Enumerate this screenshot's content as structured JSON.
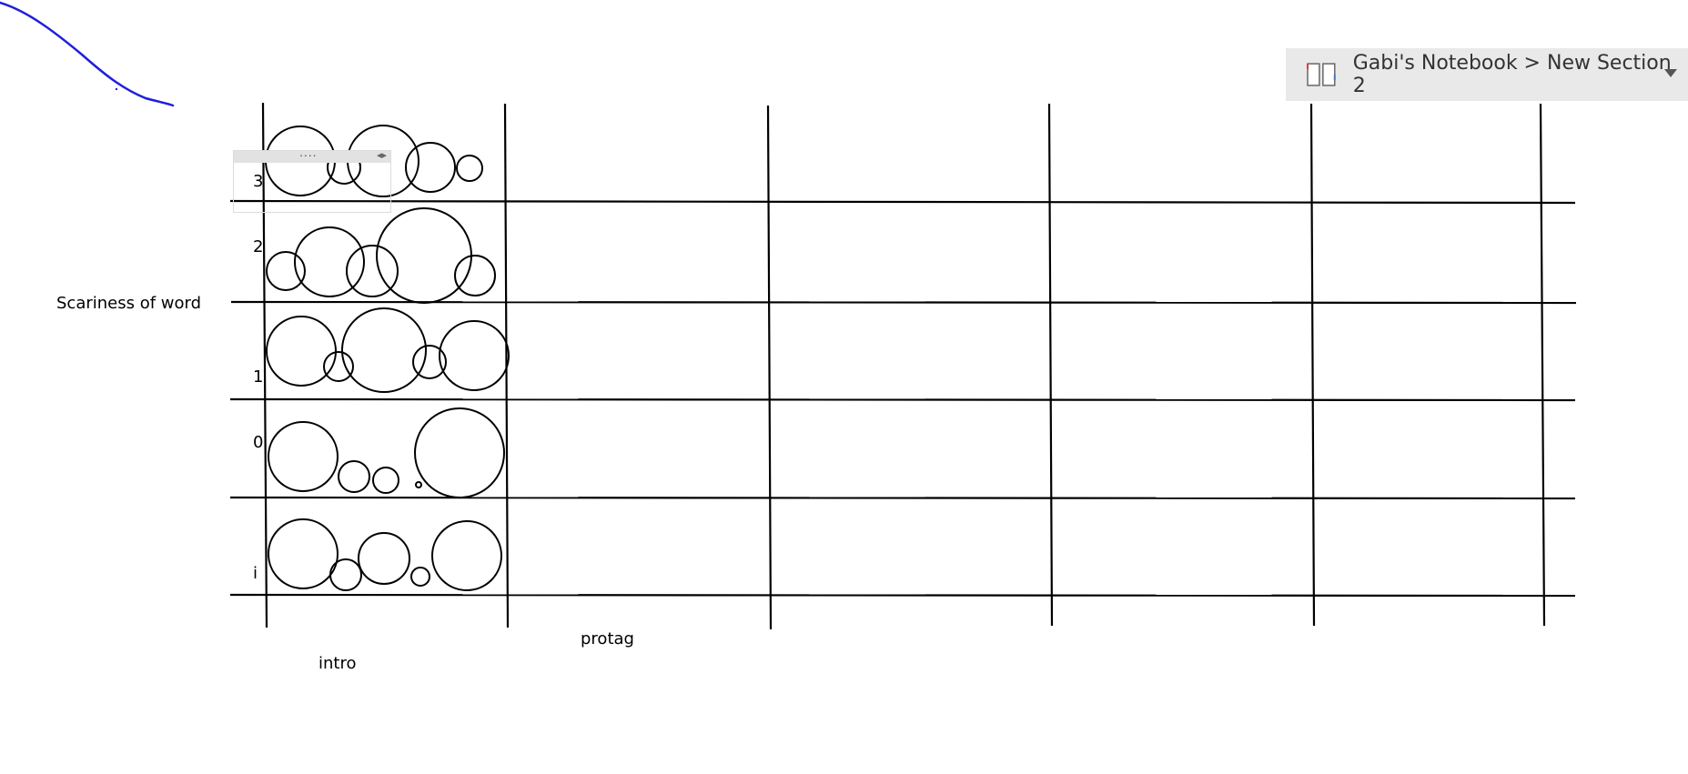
{
  "breadcrumb": {
    "notebook": "Gabi's Notebook",
    "separator": ">",
    "section": "New Section 2",
    "text": "Gabi's Notebook > New Section 2"
  },
  "page": {
    "y_axis_label": "Scariness of word",
    "row_labels": [
      "3",
      "2",
      "1",
      "0",
      "i"
    ],
    "column_labels": [
      "intro",
      "protag"
    ]
  },
  "container_handle": {
    "dots": "....",
    "arrows": "◂▸"
  },
  "ink": {
    "pen_color": "#1f1fdc",
    "grid_color": "#000000"
  }
}
